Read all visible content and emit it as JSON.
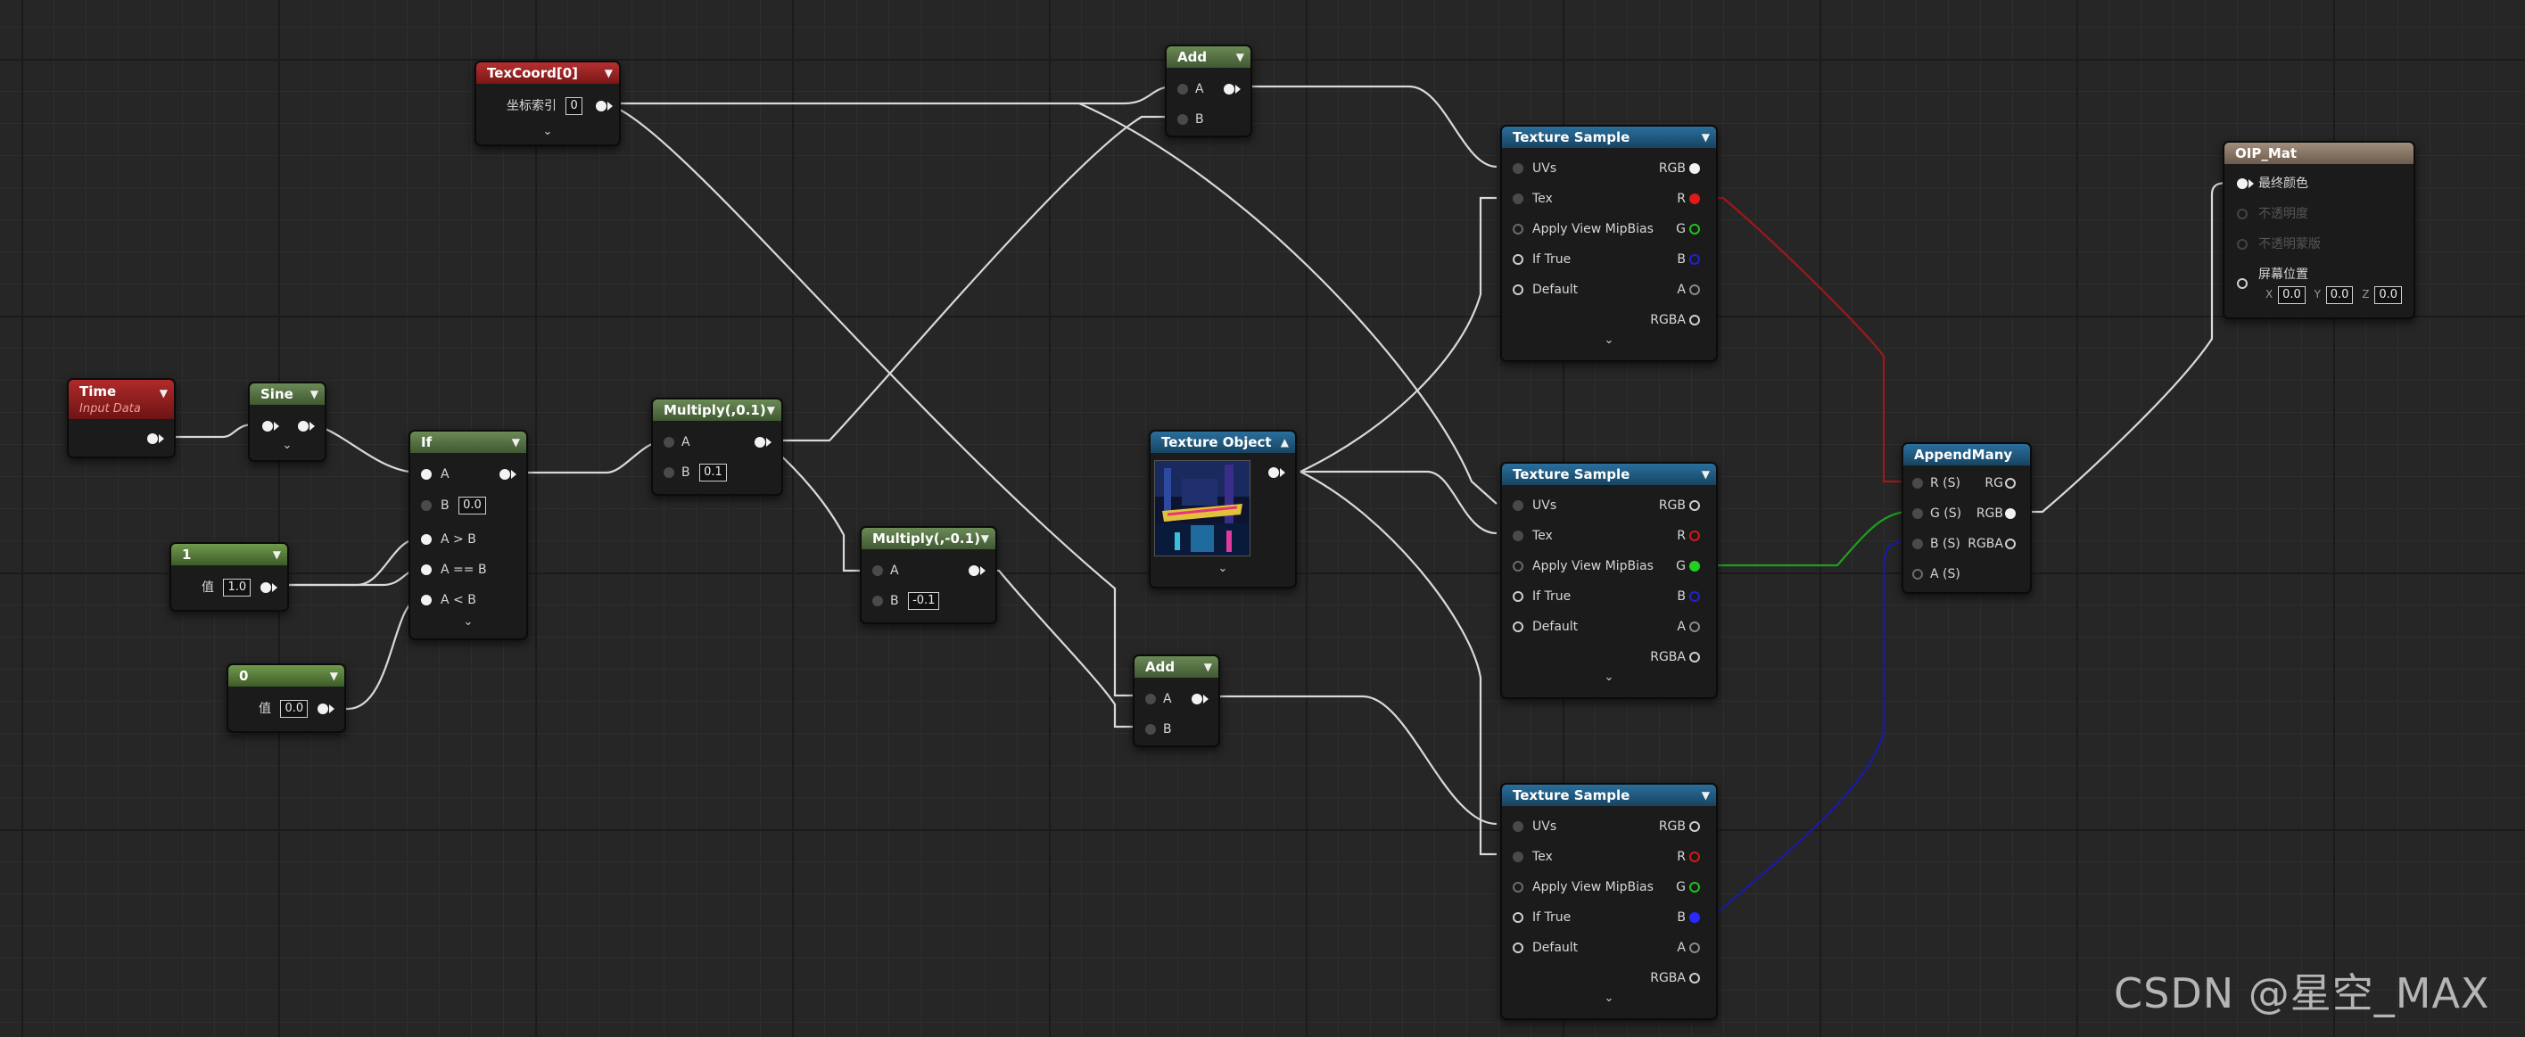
{
  "colors": {
    "red_header": "#8c1d1d",
    "green_header": "#4e6b3f",
    "blue_header": "#1f5a82",
    "tan_header": "#8b7767",
    "wire": "#d9d9d9",
    "wire_red": "#a01818",
    "wire_green": "#1ea01e",
    "wire_blue": "#1a1aa8"
  },
  "nodes": {
    "texcoord": {
      "title": "TexCoord[0]",
      "label": "坐标索引",
      "value": "0"
    },
    "time": {
      "title": "Time",
      "subtitle": "Input Data"
    },
    "sine": {
      "title": "Sine"
    },
    "if": {
      "title": "If",
      "pins": [
        "A",
        "B",
        "A > B",
        "A == B",
        "A < B"
      ],
      "b_value": "0.0"
    },
    "const1": {
      "title": "1",
      "label": "值",
      "value": "1.0"
    },
    "const0": {
      "title": "0",
      "label": "值",
      "value": "0.0"
    },
    "multiply_pos": {
      "title": "Multiply(,0.1)",
      "pins": [
        "A",
        "B"
      ],
      "b_value": "0.1"
    },
    "multiply_neg": {
      "title": "Multiply(,-0.1)",
      "pins": [
        "A",
        "B"
      ],
      "b_value": "-0.1"
    },
    "add_top": {
      "title": "Add",
      "pins": [
        "A",
        "B"
      ]
    },
    "add_bottom": {
      "title": "Add",
      "pins": [
        "A",
        "B"
      ]
    },
    "texture_object": {
      "title": "Texture Object"
    },
    "texture_samples": [
      {
        "title": "Texture Sample",
        "inputs": [
          "UVs",
          "Tex",
          "Apply View MipBias",
          "If True",
          "Default"
        ],
        "outputs": [
          "RGB",
          "R",
          "G",
          "B",
          "A",
          "RGBA"
        ]
      },
      {
        "title": "Texture Sample",
        "inputs": [
          "UVs",
          "Tex",
          "Apply View MipBias",
          "If True",
          "Default"
        ],
        "outputs": [
          "RGB",
          "R",
          "G",
          "B",
          "A",
          "RGBA"
        ]
      },
      {
        "title": "Texture Sample",
        "inputs": [
          "UVs",
          "Tex",
          "Apply View MipBias",
          "If True",
          "Default"
        ],
        "outputs": [
          "RGB",
          "R",
          "G",
          "B",
          "A",
          "RGBA"
        ]
      }
    ],
    "append_many": {
      "title": "AppendMany",
      "inputs": [
        "R (S)",
        "G (S)",
        "B (S)",
        "A (S)"
      ],
      "outputs": [
        "RG",
        "RGB",
        "RGBA"
      ]
    },
    "material": {
      "title": "OIP_Mat",
      "pins": [
        "最终颜色",
        "不透明度",
        "不透明蒙版",
        "屏幕位置"
      ],
      "x_label": "X",
      "x_value": "0.0",
      "y_label": "Y",
      "y_value": "0.0",
      "z_label": "Z",
      "z_value": "0.0"
    }
  },
  "watermark": "CSDN @星空_MAX"
}
